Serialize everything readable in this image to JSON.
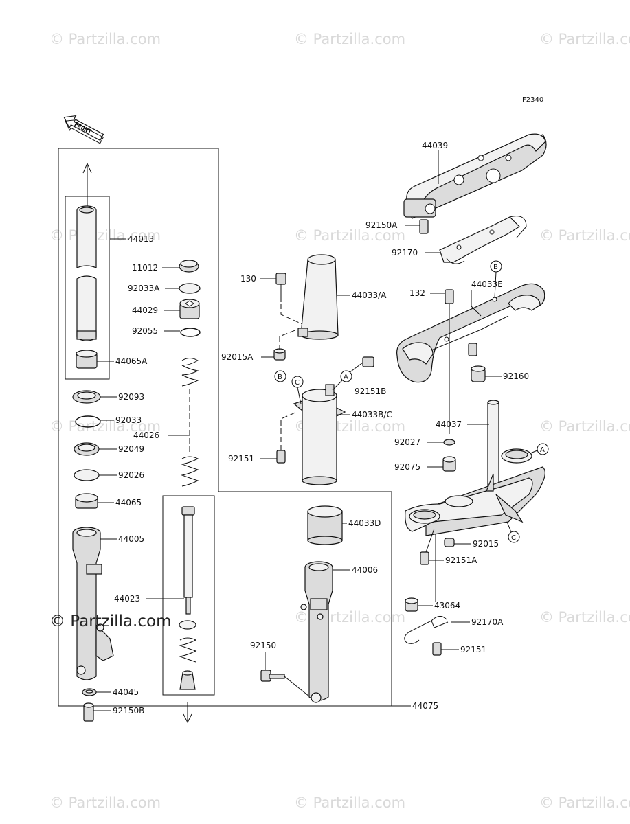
{
  "diagram_id": "F2340",
  "front_label": "FRONT",
  "watermarks": {
    "faint": "© Partzilla.com",
    "main": "© Partzilla.com"
  },
  "callout_letters": [
    "A",
    "B",
    "C"
  ],
  "part_labels": {
    "p44013": "44013",
    "p11012": "11012",
    "p92033A": "92033A",
    "p44029": "44029",
    "p92055": "92055",
    "p44065A": "44065A",
    "p92093": "92093",
    "p92033": "92033",
    "p44026": "44026",
    "p92049": "92049",
    "p92026": "92026",
    "p44065": "44065",
    "p44005": "44005",
    "p44023": "44023",
    "p44045": "44045",
    "p92150B": "92150B",
    "p130": "130",
    "p44033A": "44033/A",
    "p92015A": "92015A",
    "p92151B": "92151B",
    "p44033BC": "44033B/C",
    "p92151_mid": "92151",
    "p44033D": "44033D",
    "p44006": "44006",
    "p92150": "92150",
    "p44075": "44075",
    "p44039": "44039",
    "p92150A": "92150A",
    "p92170": "92170",
    "p132": "132",
    "p44033E": "44033E",
    "p92160": "92160",
    "p44037": "44037",
    "p92027": "92027",
    "p92075": "92075",
    "p92015": "92015",
    "p92151A": "92151A",
    "p43064": "43064",
    "p92170A": "92170A",
    "p92151_right": "92151"
  }
}
